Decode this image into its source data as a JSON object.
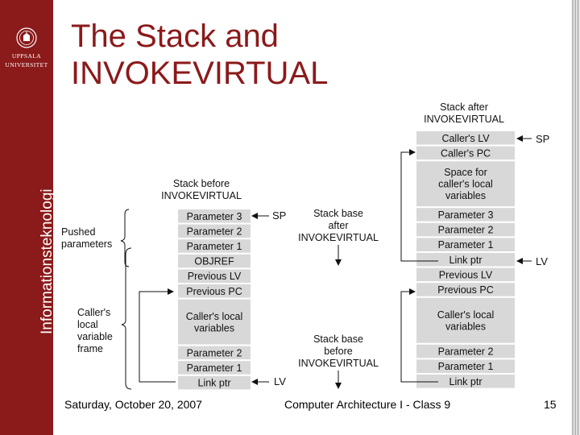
{
  "sidebar": {
    "logo_line1": "UPPSALA",
    "logo_line2": "UNIVERSITET",
    "vertical_label": "Informationsteknologi"
  },
  "slide": {
    "title_line1": "The Stack and",
    "title_line2": "INVOKEVIRTUAL"
  },
  "figure": {
    "headers": {
      "left_line1": "Stack before",
      "left_line2": "INVOKEVIRTUAL",
      "right_line1": "Stack after",
      "right_line2": "INVOKEVIRTUAL"
    },
    "left_stack": [
      "Parameter 3",
      "Parameter 2",
      "Parameter 1",
      "OBJREF",
      "Previous LV",
      "Previous PC",
      "Caller's local variables",
      "Parameter 2",
      "Parameter 1",
      "Link ptr"
    ],
    "right_stack": [
      "Caller's LV",
      "Caller's PC",
      "Space for caller's local variables",
      "Parameter 3",
      "Parameter 2",
      "Parameter 1",
      "Link ptr",
      "Previous LV",
      "Previous PC",
      "Caller's local variables",
      "Parameter 2",
      "Parameter 1",
      "Link ptr"
    ],
    "labels": {
      "pushed_line1": "Pushed",
      "pushed_line2": "parameters",
      "callers_line1": "Caller's",
      "callers_line2": "local",
      "callers_line3": "variable",
      "callers_line4": "frame",
      "sp": "SP",
      "lv": "LV",
      "base_after_line1": "Stack base",
      "base_after_line2": "after",
      "base_after_line3": "INVOKEVIRTUAL",
      "base_before_line1": "Stack base",
      "base_before_line2": "before",
      "base_before_line3": "INVOKEVIRTUAL"
    },
    "colors": {
      "cell": "#d8d8d8",
      "cell_text": "#111111",
      "title": "#8b1a1a"
    }
  },
  "footer": {
    "date": "Saturday, October 20, 2007",
    "course": "Computer Architecture I - Class 9",
    "page": "15"
  }
}
